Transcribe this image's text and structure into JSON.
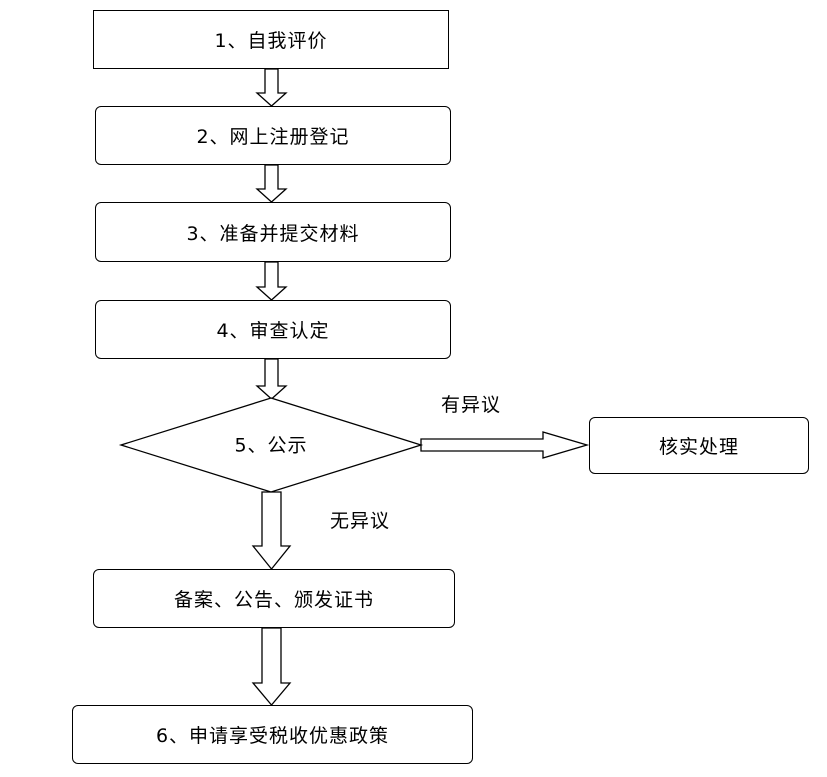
{
  "steps": {
    "step1": "1、自我评价",
    "step2": "2、网上注册登记",
    "step3": "3、准备并提交材料",
    "step4": "4、审查认定",
    "step5": "5、公示",
    "verify": "核实处理",
    "record": "备案、公告、颁发证书",
    "step6": "6、申请享受税收优惠政策"
  },
  "edges": {
    "objection": "有异议",
    "no_objection": "无异议"
  }
}
